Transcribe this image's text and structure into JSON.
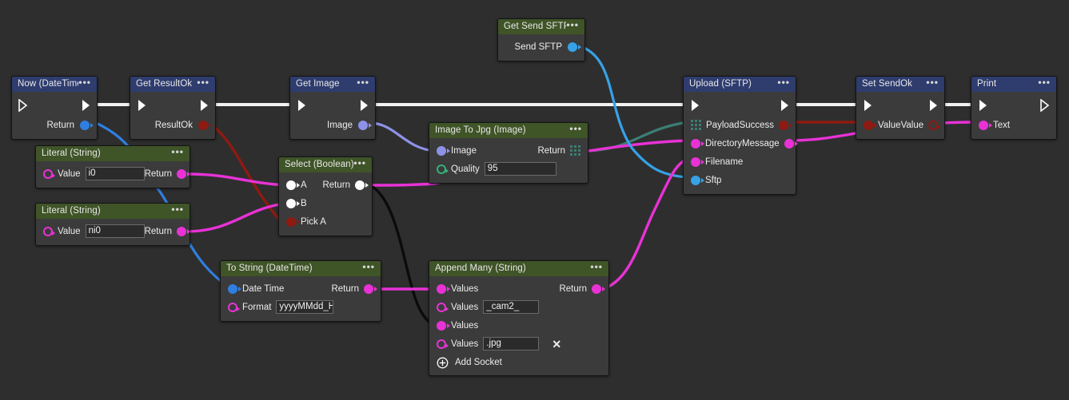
{
  "app": {
    "background": "#2e2e2e",
    "header_blue": "#2e3c6e",
    "header_green": "#3f5427"
  },
  "nodes": {
    "now": {
      "title": "Now (DateTime)",
      "header": "blue",
      "ports": {
        "return_label": "Return"
      }
    },
    "get_resultok": {
      "title": "Get ResultOk",
      "header": "blue",
      "ports": {
        "resultok_label": "ResultOk"
      }
    },
    "get_image": {
      "title": "Get Image",
      "header": "blue",
      "ports": {
        "image_label": "Image"
      }
    },
    "literal_1": {
      "title": "Literal (String)",
      "header": "green",
      "ports": {
        "value_label": "Value",
        "return_label": "Return"
      },
      "value": "i0"
    },
    "literal_2": {
      "title": "Literal (String)",
      "header": "green",
      "ports": {
        "value_label": "Value",
        "return_label": "Return"
      },
      "value": "ni0"
    },
    "select_boolean": {
      "title": "Select (Boolean)",
      "header": "green",
      "ports": {
        "a_label": "A",
        "b_label": "B",
        "pick_a_label": "Pick A",
        "return_label": "Return"
      }
    },
    "image_to_jpg": {
      "title": "Image To Jpg (Image)",
      "header": "green",
      "ports": {
        "image_label": "Image",
        "quality_label": "Quality",
        "return_label": "Return"
      },
      "quality": "95"
    },
    "get_send_sftp": {
      "title": "Get Send SFTP",
      "header": "green",
      "ports": {
        "send_sftp_label": "Send SFTP"
      }
    },
    "upload_sftp": {
      "title": "Upload (SFTP)",
      "header": "blue",
      "ports": {
        "payload_label": "Payload",
        "directory_label": "Directory",
        "filename_label": "Filename",
        "sftp_label": "Sftp",
        "success_label": "Success",
        "message_label": "Message"
      }
    },
    "set_sendok": {
      "title": "Set SendOk",
      "header": "blue",
      "ports": {
        "value_in_label": "Value",
        "value_out_label": "Value"
      }
    },
    "print": {
      "title": "Print",
      "header": "blue",
      "ports": {
        "text_label": "Text"
      }
    },
    "to_string_datetime": {
      "title": "To String (DateTime)",
      "header": "green",
      "ports": {
        "date_time_label": "Date Time",
        "format_label": "Format",
        "return_label": "Return"
      },
      "format": "yyyyMMdd_HH"
    },
    "append_many": {
      "title": "Append Many (String)",
      "header": "green",
      "ports": {
        "values_label": "Values",
        "return_label": "Return",
        "add_socket_label": "Add Socket"
      },
      "values": [
        "",
        "_cam2_",
        "",
        ".jpg"
      ],
      "remove_icon": "✕"
    }
  },
  "wire_colors": {
    "exec": "#f2f2f2",
    "magenta": "#e832d6",
    "blue": "#2f7fe0",
    "lightblue": "#8d92e8",
    "cyan": "#36a2e8",
    "red": "#8e1a12",
    "teal": "#3d7d74",
    "black": "#0b0b0b"
  }
}
